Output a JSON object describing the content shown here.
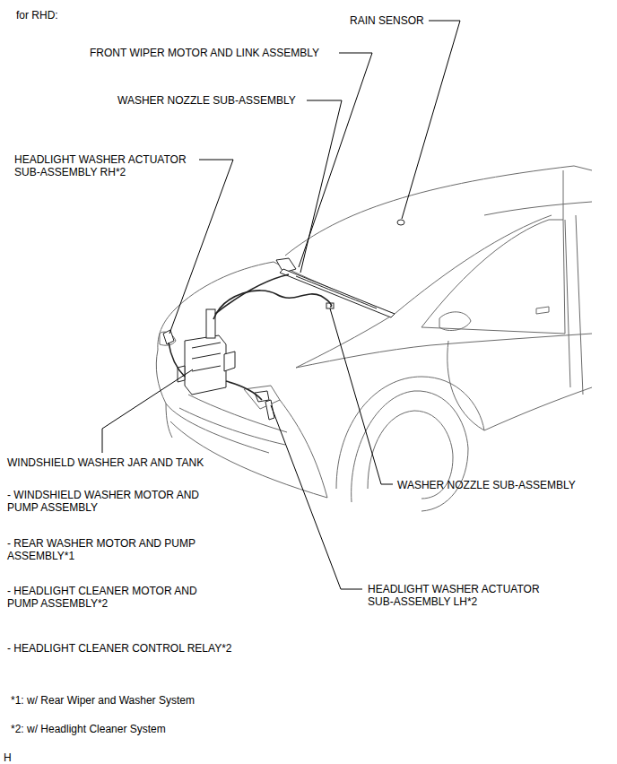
{
  "diagram": {
    "labels": [
      "for RHD:",
      "RAIN SENSOR",
      "FRONT WIPER MOTOR AND LINK ASSEMBLY",
      "WASHER NOZZLE SUB-ASSEMBLY",
      "HEADLIGHT WASHER ACTUATOR SUB-ASSEMBLY RH*2",
      "WINDSHIELD WASHER JAR AND TANK",
      "WASHER NOZZLE SUB-ASSEMBLY",
      "- WINDSHIELD WASHER MOTOR AND PUMP ASSEMBLY",
      "- REAR WASHER MOTOR AND PUMP ASSEMBLY*1",
      "HEADLIGHT WASHER ACTUATOR SUB-ASSEMBLY LH*2",
      "- HEADLIGHT CLEANER MOTOR AND PUMP ASSEMBLY*2",
      "- HEADLIGHT CLEANER CONTROL RELAY*2",
      "*1: w/ Rear Wiper and Washer System",
      "*2: w/ Headlight Cleaner System",
      "H"
    ]
  }
}
